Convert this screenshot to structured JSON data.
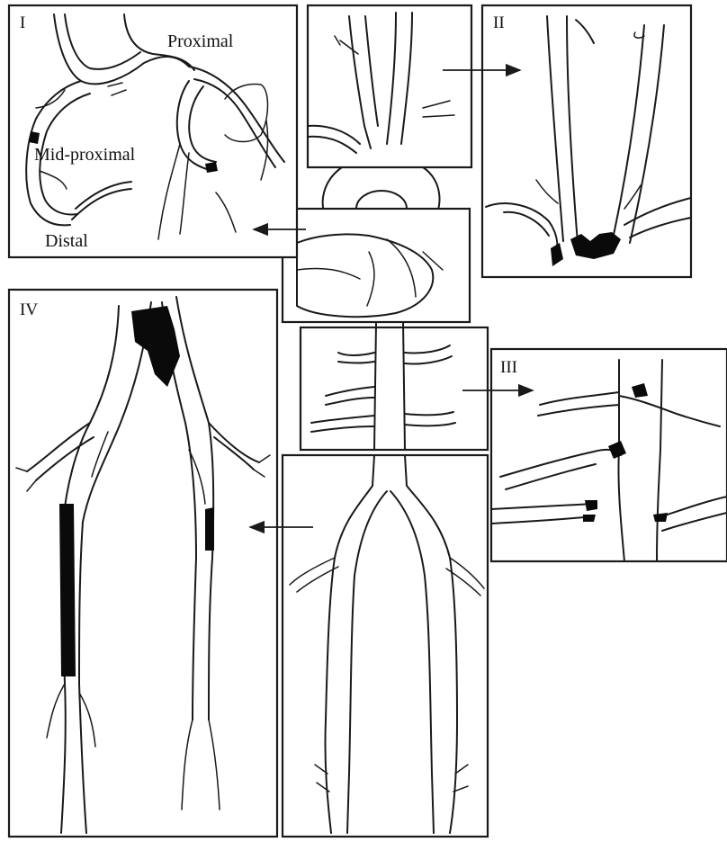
{
  "panels": {
    "panel_1": {
      "label": "I",
      "annotations": {
        "proximal": "Proximal",
        "mid_proximal": "Mid-proximal",
        "distal": "Distal"
      }
    },
    "panel_2": {
      "label": "II"
    },
    "panel_3": {
      "label": "III"
    },
    "panel_4": {
      "label": "IV"
    }
  }
}
